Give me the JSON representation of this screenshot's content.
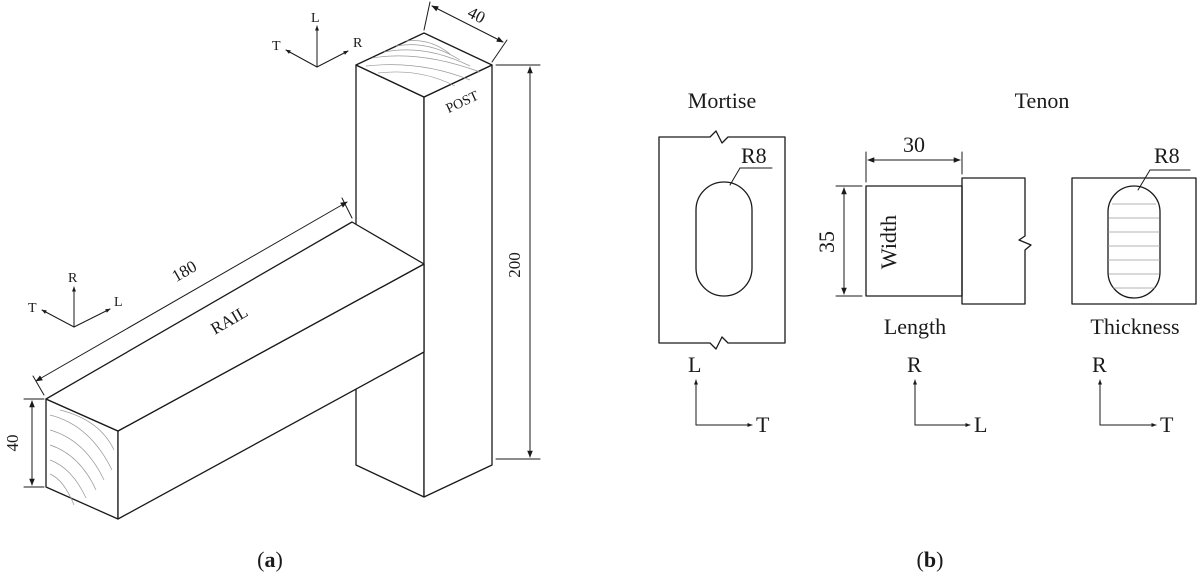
{
  "panel_a": {
    "label_open": "(",
    "label_letter": "a",
    "label_close": ")",
    "post_label": "POST",
    "rail_label": "RAIL",
    "dim_post_width": "40",
    "dim_post_height": "200",
    "dim_rail_length": "180",
    "dim_rail_height": "40",
    "axes_top": {
      "up": "L",
      "left": "T",
      "right": "R"
    },
    "axes_rail": {
      "up": "R",
      "left": "T",
      "right": "L"
    }
  },
  "panel_b": {
    "label_open": "(",
    "label_letter": "b",
    "label_close": ")",
    "mortise_title": "Mortise",
    "tenon_title": "Tenon",
    "mortise_radius": "R8",
    "tenon_radius": "R8",
    "dim_tenon_length": "30",
    "dim_tenon_width": "35",
    "width_label": "Width",
    "length_label": "Length",
    "thickness_label": "Thickness",
    "axes_mortise": {
      "up": "L",
      "right": "T"
    },
    "axes_length": {
      "up": "R",
      "right": "L"
    },
    "axes_thickness": {
      "up": "R",
      "right": "T"
    }
  }
}
